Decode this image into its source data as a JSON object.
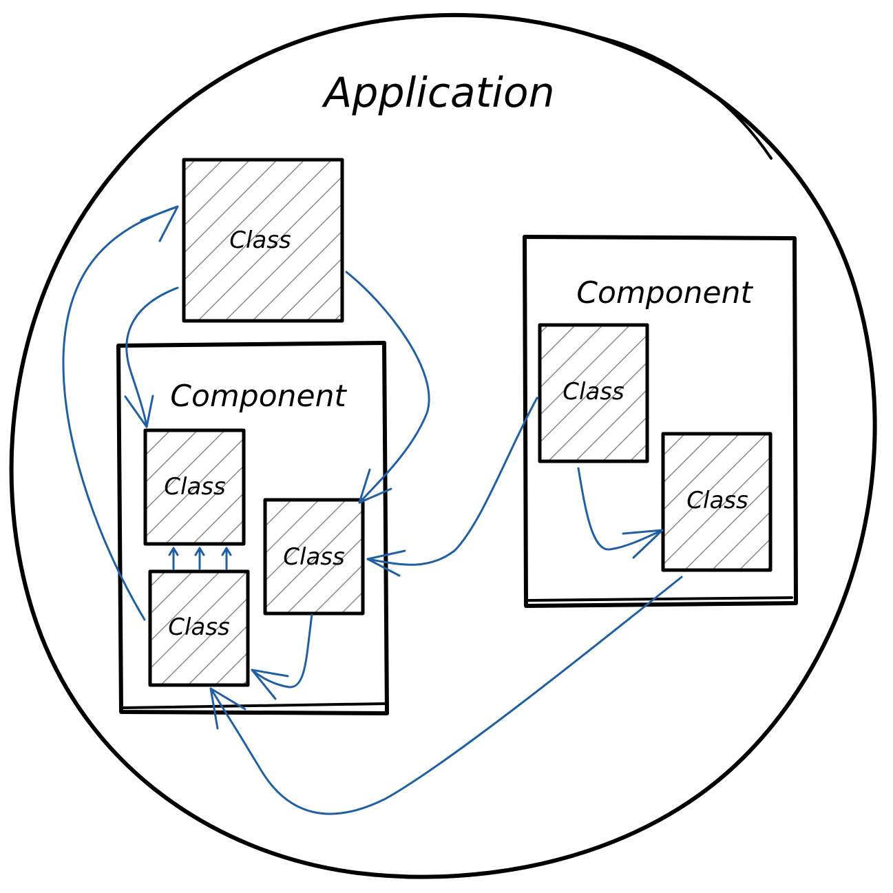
{
  "application": {
    "title": "Application"
  },
  "components": [
    {
      "label": "Component",
      "classes": [
        "Class",
        "Class",
        "Class"
      ]
    },
    {
      "label": "Component",
      "classes": [
        "Class",
        "Class"
      ]
    }
  ],
  "standalone_class": {
    "label": "Class"
  },
  "colors": {
    "outline": "#000000",
    "arrow": "#1f5fa3",
    "hatch": "#8a8a8a",
    "background": "#ffffff"
  }
}
